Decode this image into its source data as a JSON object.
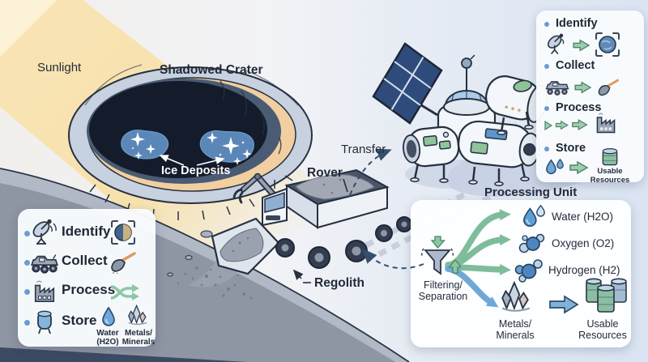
{
  "labels": {
    "sunlight": "Sunlight",
    "shadowed_crater": "Shadowed Crater",
    "ice_deposits": "Ice Deposits",
    "rover": "Rover",
    "transfer": "Transfer",
    "regolith": "Regolith"
  },
  "left_legend": {
    "items": [
      {
        "label": "Identify",
        "icon": "satellite-dish-icon",
        "result_icon": "crater-viewfinder-icon"
      },
      {
        "label": "Collect",
        "icon": "rover-icon",
        "result_icon": "shovel-icon"
      },
      {
        "label": "Process",
        "icon": "factory-icon",
        "result_icon": "shuffle-arrows-icon"
      },
      {
        "label": "Store",
        "icon": "storage-tank-icon",
        "result_icon": "droplet-and-crystals-icons"
      }
    ],
    "water_caption": "Water\n(H2O)",
    "minerals_caption": "Metals/\nMinerals"
  },
  "right_legend": {
    "items": [
      {
        "label": "Identify",
        "icons": "satellite-dish → moon-viewfinder"
      },
      {
        "label": "Collect",
        "icons": "rover → shovel"
      },
      {
        "label": "Process",
        "icons": "arrows → factory"
      },
      {
        "label": "Store",
        "icons": "droplets → barrel"
      }
    ],
    "usable_caption": "Usable\nResources"
  },
  "processing": {
    "title": "Processing Unit",
    "filter_caption": "Filtering/\nSeparation",
    "outputs": [
      {
        "label": "Water (H2O)",
        "icon": "water-droplets-icon"
      },
      {
        "label": "Oxygen (O2)",
        "icon": "oxygen-molecule-icon"
      },
      {
        "label": "Hydrogen (H2)",
        "icon": "hydrogen-molecule-icon"
      }
    ],
    "minerals_caption": "Metals/\nMinerals",
    "usable_caption": "Usable\nResources"
  },
  "colors": {
    "accent_green": "#7FBD9A",
    "accent_blue": "#6FA8D6",
    "navy_outline": "#26303F",
    "bullet_blue": "#6C9BD2",
    "sunbeam": "#F8E1AA",
    "crater_dark": "#141C2B",
    "crater_peach": "#F1CFA1",
    "ice_blue": "#5B87B8",
    "terrain_gray": "#8E95A3",
    "bottom_band": "#3D4A63",
    "sky_right": "#DAE4F2",
    "panel_bg": "#F8FAFC"
  }
}
